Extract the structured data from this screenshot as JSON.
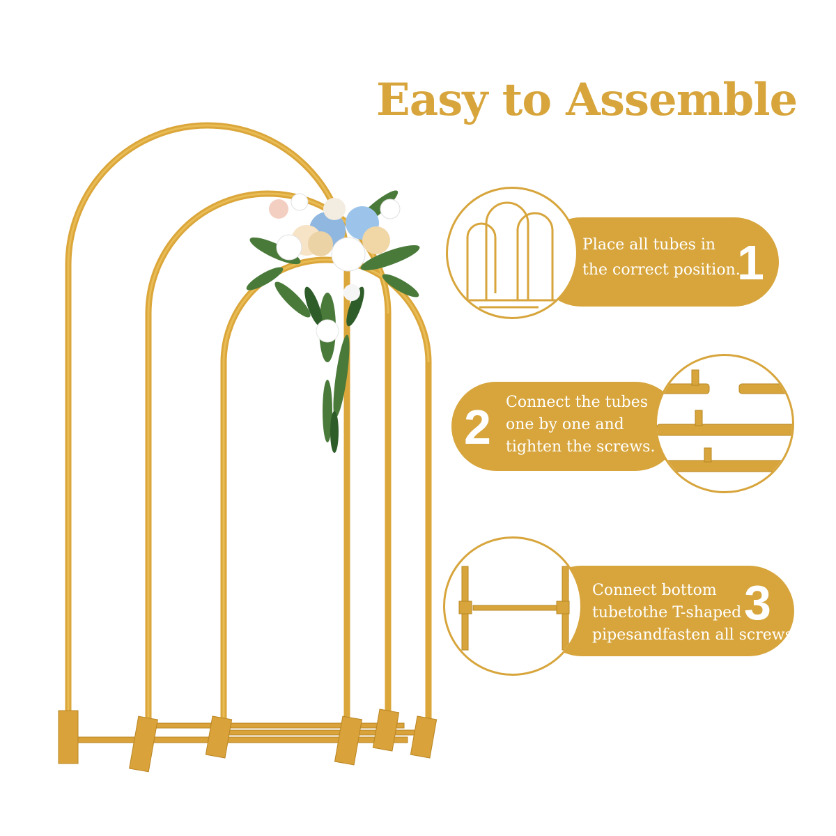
{
  "title": "Easy to Assemble",
  "accent_color": "#d7a53c",
  "steps": [
    {
      "number": "1",
      "lines": [
        "Place all tubes in",
        "the correct position."
      ]
    },
    {
      "number": "2",
      "lines": [
        "Connect the tubes",
        "one by one and",
        "tighten the screws."
      ]
    },
    {
      "number": "3",
      "lines": [
        "Connect bottom",
        "tubetothe T-shaped",
        "pipesandfasten all screws"
      ]
    }
  ],
  "icons": [
    "arch-stand-illustration",
    "flower-bouquet-icon",
    "three-arches-icon",
    "tube-connector-icon",
    "t-base-icon"
  ]
}
